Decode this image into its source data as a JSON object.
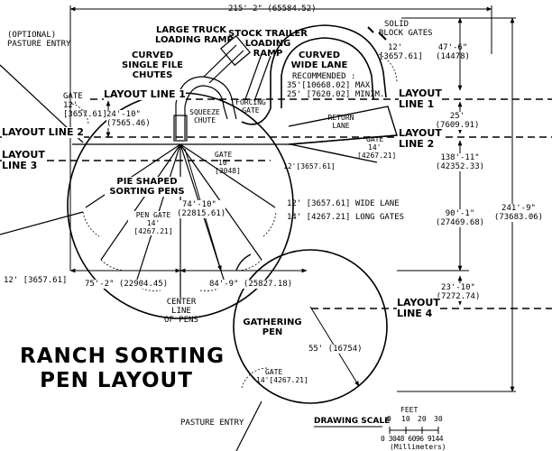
{
  "title": {
    "line1": "RANCH SORTING",
    "line2": "PEN LAYOUT"
  },
  "features": {
    "optional_pasture_entry_1": "(OPTIONAL)",
    "optional_pasture_entry_2": "PASTURE ENTRY",
    "large_truck_1": "LARGE TRUCK",
    "large_truck_2": "LOADING RAMP",
    "stock_trailer_1": "STOCK TRAILER",
    "stock_trailer_2": "LOADING",
    "stock_trailer_3": "RAMP",
    "solid_gates_1": "SOLID",
    "solid_gates_2": "BLOCK GATES",
    "curved_single_1": "CURVED",
    "curved_single_2": "SINGLE FILE",
    "curved_single_3": "CHUTES",
    "curved_wide_1": "CURVED",
    "curved_wide_2": "WIDE LANE",
    "forcing_gate_1": "FORCING",
    "forcing_gate_2": "GATE",
    "squeeze_1": "SQUEEZE",
    "squeeze_2": "CHUTE",
    "return_lane_1": "RETURN",
    "return_lane_2": "LANE",
    "pie_pens_1": "PIE SHAPED",
    "pie_pens_2": "SORTING PENS",
    "center_line_1": "CENTER",
    "center_line_2": "LINE",
    "center_line_3": "OF PENS",
    "gathering_1": "GATHERING",
    "gathering_2": "PEN",
    "pasture_entry": "PASTURE ENTRY",
    "recommended_1": "RECOMMENDED :",
    "recommended_2": "35'[10668.02] MAX.",
    "recommended_3": "25' [7620.02] MINIM."
  },
  "gates": {
    "gate_left_1": "GATE",
    "gate_left_2": "12'",
    "gate_left_3": "[3657.61]",
    "gate_top_right_1": "12'",
    "gate_top_right_2": "[3657.61]",
    "gate_mid_1": "GATE",
    "gate_mid_2": "10'",
    "gate_mid_3": "[3048]",
    "gate_right_1": "GATE",
    "gate_right_2": "14'",
    "gate_right_3": "[4267.21]",
    "gate_12_right": "12'[3657.61]",
    "pen_gate_1": "PEN GATE",
    "pen_gate_2": "14'",
    "pen_gate_3": "[4267.21]",
    "wide_lane": "12' [3657.61] WIDE LANE",
    "long_gates": "14' [4267.21] LONG GATES",
    "gate_bottom_1": "GATE",
    "gate_bottom_2": "14'[4267.21]"
  },
  "layout_lines": {
    "l1_left": "LAYOUT LINE 1",
    "l1_right_1": "LAYOUT",
    "l1_right_2": "LINE 1",
    "l2_left": "LAYOUT LINE 2",
    "l2_right_1": "LAYOUT",
    "l2_right_2": "LINE 2",
    "l3_left_1": "LAYOUT",
    "l3_left_2": "LINE 3",
    "l4_right_1": "LAYOUT",
    "l4_right_2": "LINE 4"
  },
  "dimensions": {
    "top_width": "215'-2\"  (65584.52)",
    "d47": "47'-6\"",
    "d47mm": "(14478)",
    "d24": "24'-10\"",
    "d24mm": "(7565.46)",
    "d25": "25'",
    "d25mm": "(7609.91)",
    "d138": "138'-11\"",
    "d138mm": "(42352.33)",
    "d241": "241'-9\"",
    "d241mm": "(73683.06)",
    "d90": "90'-1\"",
    "d90mm": "(27469.68)",
    "d23": "23'-10\"",
    "d23mm": "(7272.74)",
    "d74": "74'-10\"",
    "d74mm": "(22815.61)",
    "d12_left": "12'  [3657.61]",
    "d75": "75'-2\"  (22904.45)",
    "d84": "84'-9\"  (25827.18)",
    "d55": "55'  (16754)"
  },
  "scale": {
    "title": "DRAWING SCALE",
    "feet": "FEET",
    "ticks": [
      "0",
      "10",
      "20",
      "30"
    ],
    "mm_ticks": [
      "0",
      "3048",
      "6096",
      "9144"
    ],
    "mm_label": "(Millimeters)"
  }
}
